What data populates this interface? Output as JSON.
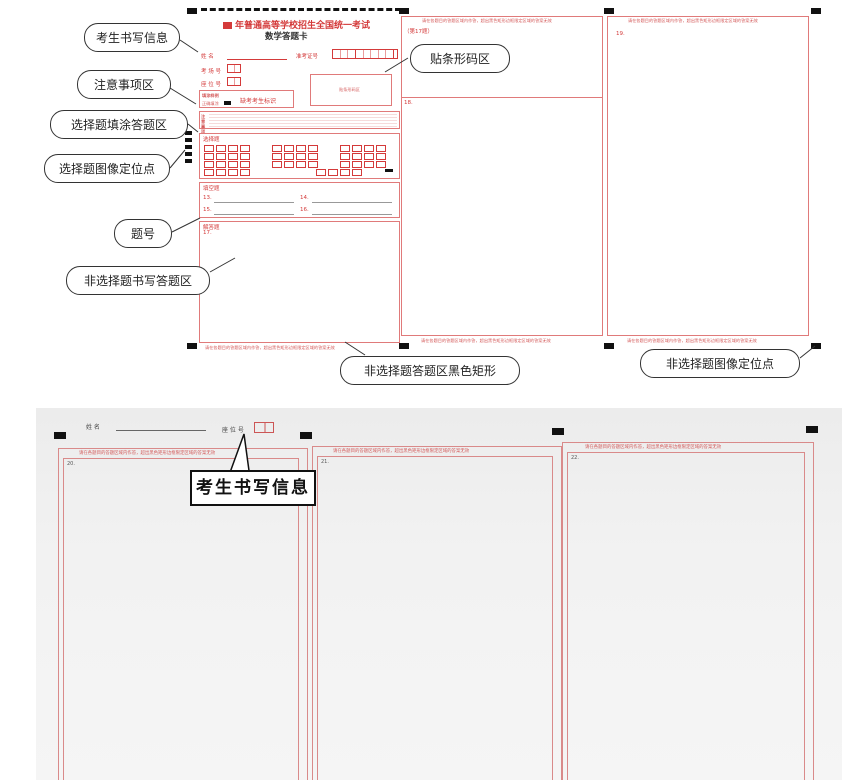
{
  "top_sheet": {
    "title": "年普通高等学校招生全国统一考试",
    "subtitle": "数学答题卡",
    "name_label": "姓    名",
    "exam_no_label": "准考证号",
    "room_label": "考 场 号",
    "seat_label": "座 位 号",
    "fill_example_label": "填涂样例",
    "correct_label": "正确填涂",
    "absent_label": "缺考考生标识",
    "barcode_label": "贴条形码区",
    "notice_label": "注意事项",
    "choice_section": "选择题",
    "fill_section": "填空题",
    "answer_section": "解答题",
    "q13": "13.",
    "q14": "14.",
    "q15": "15.",
    "q16": "16.",
    "q17": "17.",
    "q18": "18.",
    "q19": "19.",
    "col2_header": "（第17题）",
    "boundary_text": "请在各题目的答题区域内作答，超出黑色矩形边框限定区域的答案无效"
  },
  "callouts": {
    "candidate_info": "考生书写信息",
    "notice_area": "注意事项区",
    "choice_fill_area": "选择题填涂答题区",
    "choice_locator": "选择题图像定位点",
    "question_number": "题号",
    "nonchoice_area": "非选择题书写答题区",
    "barcode_area": "贴条形码区",
    "black_rect": "非选择题答题区黑色矩形",
    "nonchoice_locator": "非选择题图像定位点"
  },
  "photo": {
    "name_label": "姓    名",
    "seat_label": "座 位 号",
    "q20": "20.",
    "q21": "21.",
    "q22": "22.",
    "callout": "考生书写信息",
    "boundary_text": "请在各题目的答题区域内作答，超出黑色矩形边框限定区域的答案无效"
  }
}
